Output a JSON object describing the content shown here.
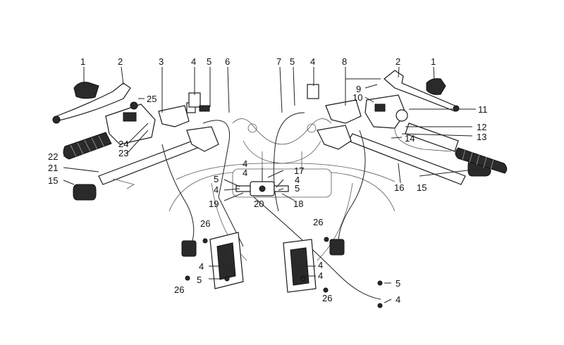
{
  "diagram": {
    "labels": [
      "1",
      "2",
      "3",
      "4",
      "5",
      "6",
      "7",
      "5",
      "4",
      "8",
      "2",
      "1",
      "9",
      "10",
      "11",
      "12",
      "13",
      "14",
      "15",
      "16",
      "25",
      "24",
      "23",
      "22",
      "21",
      "15",
      "4",
      "17",
      "5",
      "4",
      "4",
      "5",
      "4",
      "19",
      "20",
      "18",
      "26",
      "26",
      "4",
      "5",
      "4",
      "4",
      "26",
      "26",
      "5",
      "4"
    ],
    "icon_names": [
      "brake-lever-icon",
      "clutch-lever-icon",
      "handlebar-grip-icon",
      "master-cylinder-icon",
      "brake-caliper-icon",
      "cable-icon",
      "switch-housing-icon",
      "bolt-icon"
    ]
  }
}
